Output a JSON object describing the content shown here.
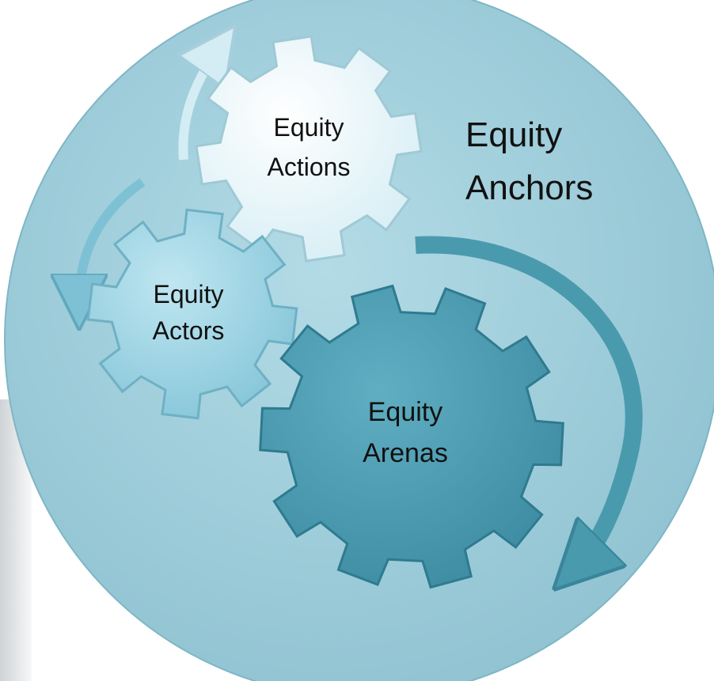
{
  "diagram": {
    "anchors_label": {
      "line1": "Equity",
      "line2": "Anchors"
    },
    "gears": {
      "actions": {
        "line1": "Equity",
        "line2": "Actions"
      },
      "actors": {
        "line1": "Equity",
        "line2": "Actors"
      },
      "arenas": {
        "line1": "Equity",
        "line2": "Arenas"
      }
    }
  },
  "colors": {
    "circle_fill": "#9ccbd8",
    "circle_edge": "#7fb6c6",
    "gear_actions": "#eaf7fb",
    "gear_actors": "#9fd4e4",
    "gear_arenas": "#4f9fb4",
    "arrow_light": "#d4ecf3",
    "arrow_mid": "#7fc1d4",
    "arrow_dark": "#4a9aae",
    "text": "#111111"
  }
}
